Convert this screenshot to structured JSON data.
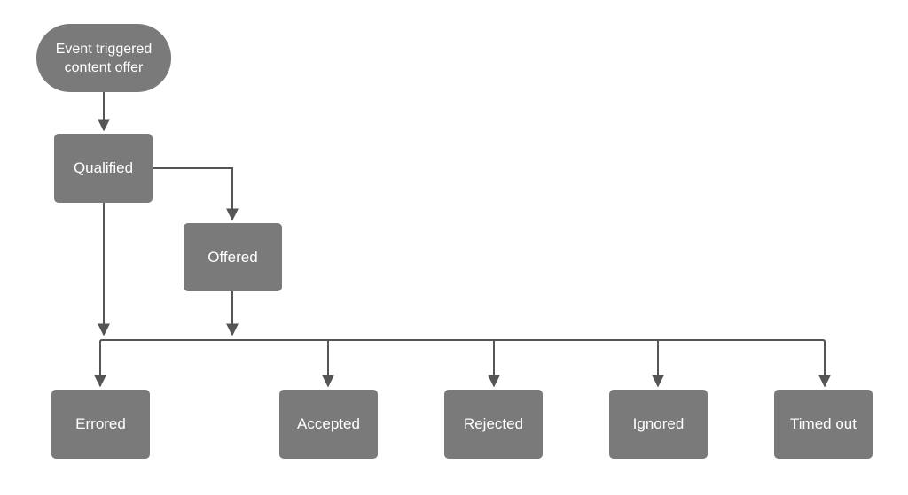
{
  "nodes": {
    "start": {
      "label": "Event triggered\ncontent offer"
    },
    "qualified": {
      "label": "Qualified"
    },
    "offered": {
      "label": "Offered"
    },
    "errored": {
      "label": "Errored"
    },
    "accepted": {
      "label": "Accepted"
    },
    "rejected": {
      "label": "Rejected"
    },
    "ignored": {
      "label": "Ignored"
    },
    "timed_out": {
      "label": "Timed out"
    }
  },
  "colors": {
    "node_fill": "#7a7a7a",
    "node_text": "#ffffff",
    "connector": "#555555"
  }
}
